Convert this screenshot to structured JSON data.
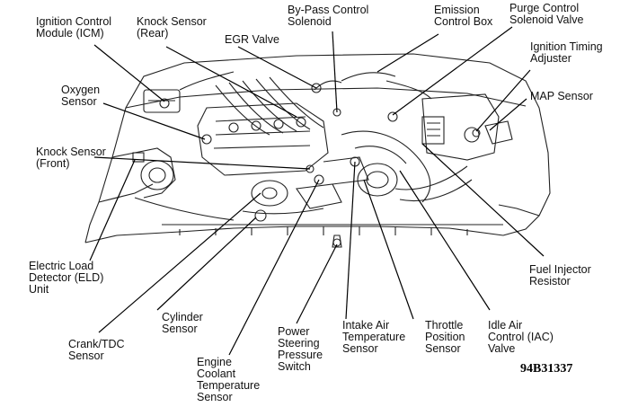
{
  "diagram": {
    "figure_code": "94B31337",
    "labels": {
      "icm": "Ignition Control\nModule (ICM)",
      "knock_rear": "Knock Sensor\n(Rear)",
      "egr": "EGR Valve",
      "bypass": "By-Pass Control\nSolenoid",
      "emission_box": "Emission\nControl Box",
      "purge": "Purge Control\nSolenoid Valve",
      "ign_timing": "Ignition Timing\nAdjuster",
      "map": "MAP Sensor",
      "oxygen": "Oxygen\nSensor",
      "knock_front": "Knock Sensor\n(Front)",
      "eld": "Electric Load\nDetector (ELD)\nUnit",
      "cylinder": "Cylinder\nSensor",
      "crank": "Crank/TDC\nSensor",
      "ect": "Engine\nCoolant\nTemperature\nSensor",
      "psp": "Power\nSteering\nPressure\nSwitch",
      "iat": "Intake Air\nTemperature\nSensor",
      "tps": "Throttle\nPosition\nSensor",
      "iac": "Idle Air\nControl (IAC)\nValve",
      "fuel_res": "Fuel Injector\nResistor"
    }
  }
}
